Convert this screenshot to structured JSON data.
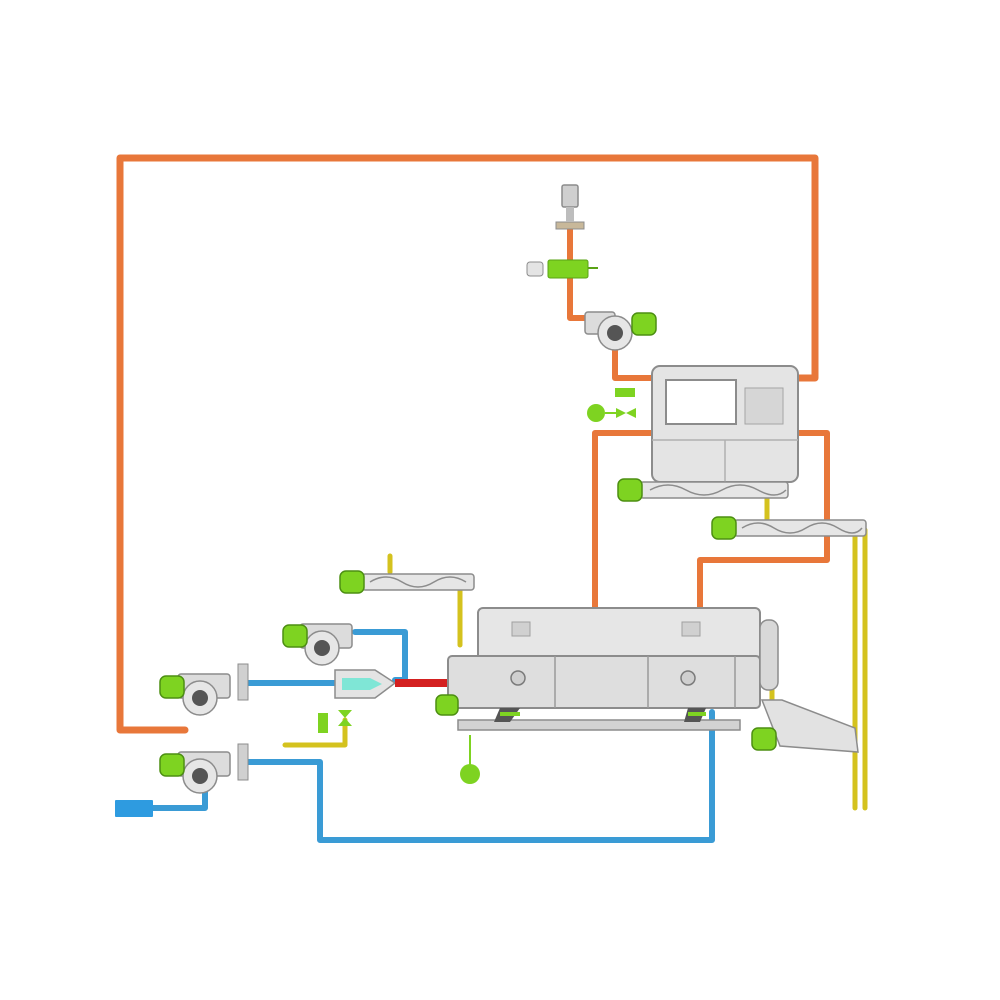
{
  "diagram": {
    "description_text": "",
    "colors": {
      "hot_air_pipe": "#E8773A",
      "cold_air_pipe": "#3A9BD5",
      "material_pipe": "#D4C21E",
      "burner_flame": "#D42020",
      "motor": "#7ED321",
      "equipment_body": "#D9D9D9",
      "equipment_outline": "#9A9A9A",
      "inlet_block": "#2E9BE0"
    },
    "components": [
      {
        "name": "top-filter-housing",
        "icon": "filter-icon"
      },
      {
        "name": "gas-valve-train",
        "icon": "valve-icon"
      },
      {
        "name": "top-exhaust-fan",
        "icon": "fan-icon"
      },
      {
        "name": "cyclone-dust-collector",
        "icon": "collector-icon"
      },
      {
        "name": "collector-screw-conveyor",
        "icon": "screw-conveyor-icon"
      },
      {
        "name": "discharge-screw-conveyor",
        "icon": "screw-conveyor-icon"
      },
      {
        "name": "feed-screw-conveyor",
        "icon": "screw-conveyor-icon"
      },
      {
        "name": "burner-fan",
        "icon": "fan-icon"
      },
      {
        "name": "main-air-fan",
        "icon": "fan-icon"
      },
      {
        "name": "cooling-air-fan",
        "icon": "fan-icon"
      },
      {
        "name": "burner",
        "icon": "burner-icon"
      },
      {
        "name": "rotary-dryer-drum",
        "icon": "drum-icon"
      },
      {
        "name": "discharge-chute",
        "icon": "chute-icon"
      }
    ]
  }
}
